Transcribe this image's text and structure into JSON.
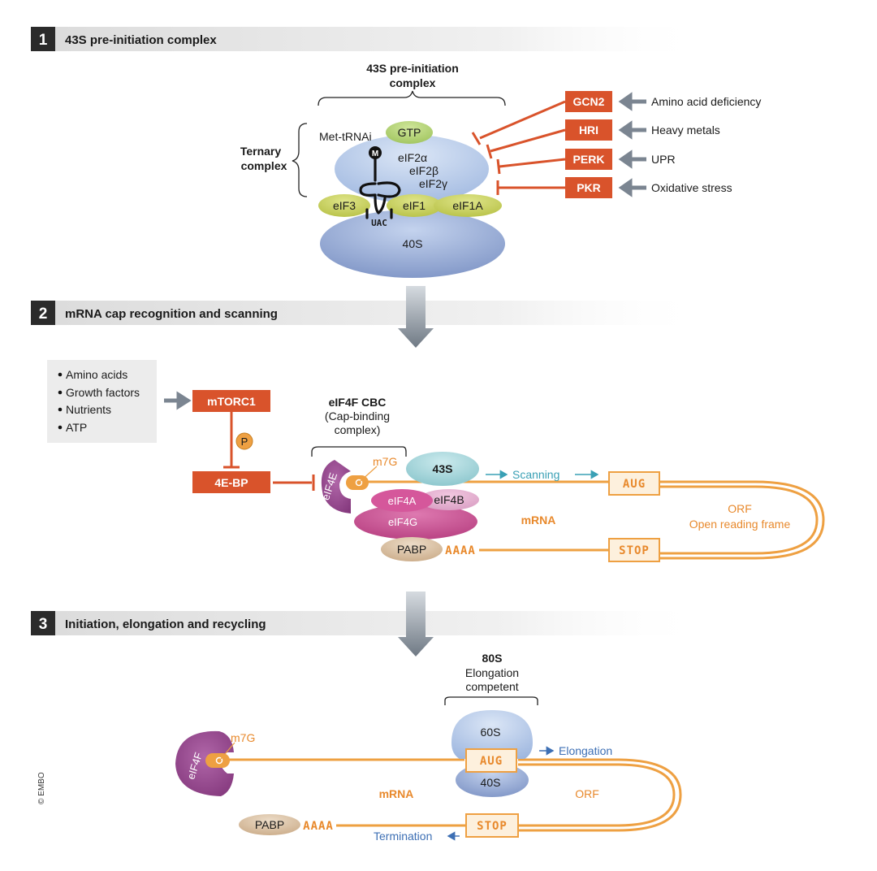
{
  "sections": [
    {
      "number": "1",
      "title": "43S pre-initiation complex"
    },
    {
      "number": "2",
      "title": "mRNA cap recognition and scanning"
    },
    {
      "number": "3",
      "title": "Initiation, elongation and recycling"
    }
  ],
  "panel1": {
    "complex_title_line1": "43S pre-initiation",
    "complex_title_line2": "complex",
    "ternary_line1": "Ternary",
    "ternary_line2": "complex",
    "met_trna": "Met-tRNAi",
    "gtp": "GTP",
    "methionine": "M",
    "eif2a": "eIF2α",
    "eif2b": "eIF2β",
    "eif2g": "eIF2γ",
    "eif3": "eIF3",
    "eif1": "eIF1",
    "eif1a": "eIF1A",
    "anticodon": "UAC",
    "s40": "40S",
    "kinases": [
      {
        "name": "GCN2",
        "stimulus": "Amino acid deficiency"
      },
      {
        "name": "HRI",
        "stimulus": "Heavy metals"
      },
      {
        "name": "PERK",
        "stimulus": "UPR"
      },
      {
        "name": "PKR",
        "stimulus": "Oxidative stress"
      }
    ]
  },
  "panel2": {
    "inputs": [
      "Amino acids",
      "Growth factors",
      "Nutrients",
      "ATP"
    ],
    "mtorc1": "mTORC1",
    "phospho": "P",
    "bp4e": "4E-BP",
    "cbc_title": "eIF4F CBC",
    "cbc_line1": "(Cap-binding",
    "cbc_line2": "complex)",
    "eif4e": "eIF4E",
    "m7g": "m7G",
    "s43": "43S",
    "eif4a": "eIF4A",
    "eif4b": "eIF4B",
    "eif4g": "eIF4G",
    "pabp": "PABP",
    "polya": "AAAA",
    "scanning": "Scanning",
    "aug": "AUG",
    "stop": "STOP",
    "mrna": "mRNA",
    "orf_line1": "ORF",
    "orf_line2": "Open reading frame"
  },
  "panel3": {
    "s80": "80S",
    "elong_line1": "Elongation",
    "elong_line2": "competent",
    "s60": "60S",
    "s40": "40S",
    "aug": "AUG",
    "elongation": "Elongation",
    "eif4f": "eIF4F",
    "m7g": "m7G",
    "mrna": "mRNA",
    "orf": "ORF",
    "pabp": "PABP",
    "polya": "AAAA",
    "stop": "STOP",
    "termination": "Termination",
    "copyright": "© EMBO"
  },
  "colors": {
    "kinase_orange": "#d9532b",
    "mrna_orange": "#eea042",
    "ribosome_blue": "#9aaed6",
    "eif_green": "#c6cf5a",
    "eif4_magenta": "#c4448b",
    "eif4e_purple": "#8e3e88",
    "s43_teal": "#9cd3d8",
    "pabp_tan": "#d9bfa3",
    "arrow_grey": "#7b8591",
    "teal_text": "#3aa0b5",
    "blue_text": "#3d6fb4"
  }
}
